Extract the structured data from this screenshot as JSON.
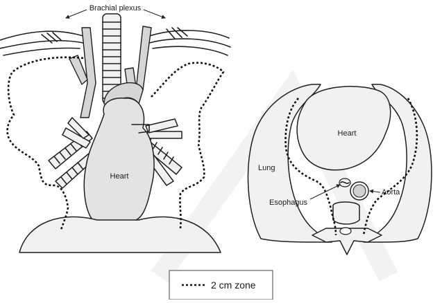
{
  "labels": {
    "brachial_plexus": "Brachial plexus",
    "heart_left": "Heart",
    "heart_right": "Heart",
    "lung": "Lung",
    "esophagus": "Esophagus",
    "aorta": "Aorta"
  },
  "legend": {
    "text": "2 cm zone"
  }
}
